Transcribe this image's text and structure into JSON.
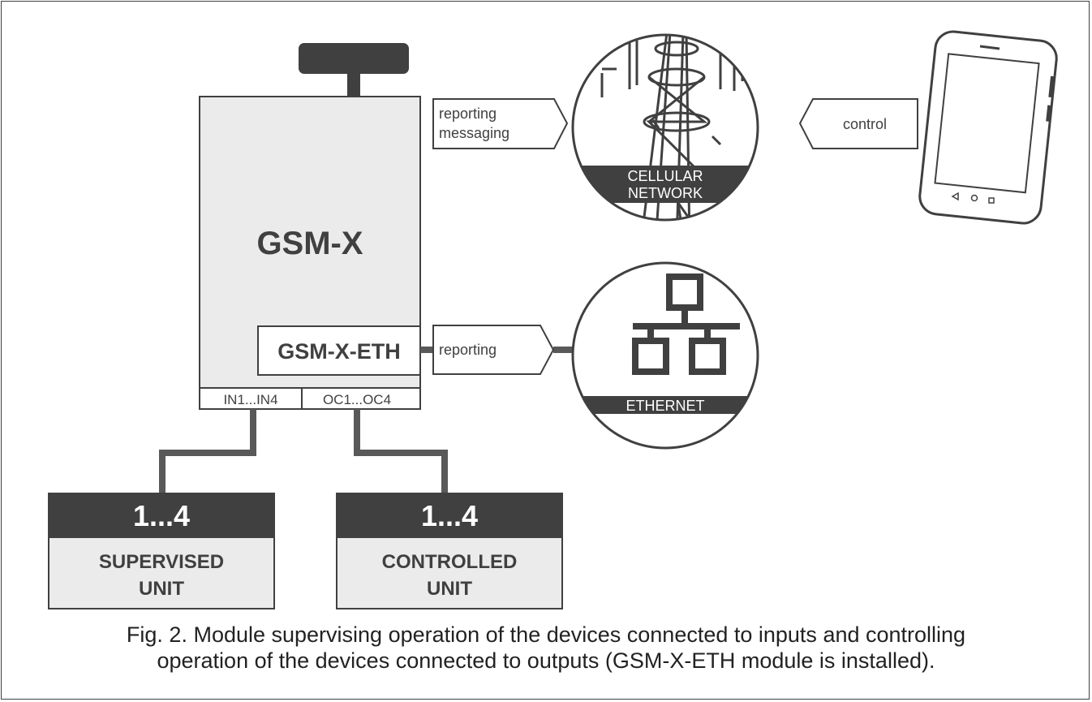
{
  "module": {
    "name": "GSM-X",
    "eth_module": "GSM-X-ETH",
    "inputs_label": "IN1...IN4",
    "outputs_label": "OC1...OC4"
  },
  "cellular": {
    "label_line1": "CELLULAR",
    "label_line2": "NETWORK",
    "arrow_in_line1": "reporting",
    "arrow_in_line2": "messaging",
    "arrow_phone": "control"
  },
  "ethernet": {
    "label": "ETHERNET",
    "arrow_label": "reporting"
  },
  "units": [
    {
      "count": "1...4",
      "line1": "SUPERVISED",
      "line2": "UNIT"
    },
    {
      "count": "1...4",
      "line1": "CONTROLLED",
      "line2": "UNIT"
    }
  ],
  "caption": {
    "line1": "Fig. 2. Module supervising operation of the devices connected to inputs and controlling",
    "line2": "operation of the devices connected to outputs (GSM-X-ETH module is installed)."
  },
  "colors": {
    "dark": "#404040",
    "panel": "#ebebeb",
    "line": "#595959"
  }
}
